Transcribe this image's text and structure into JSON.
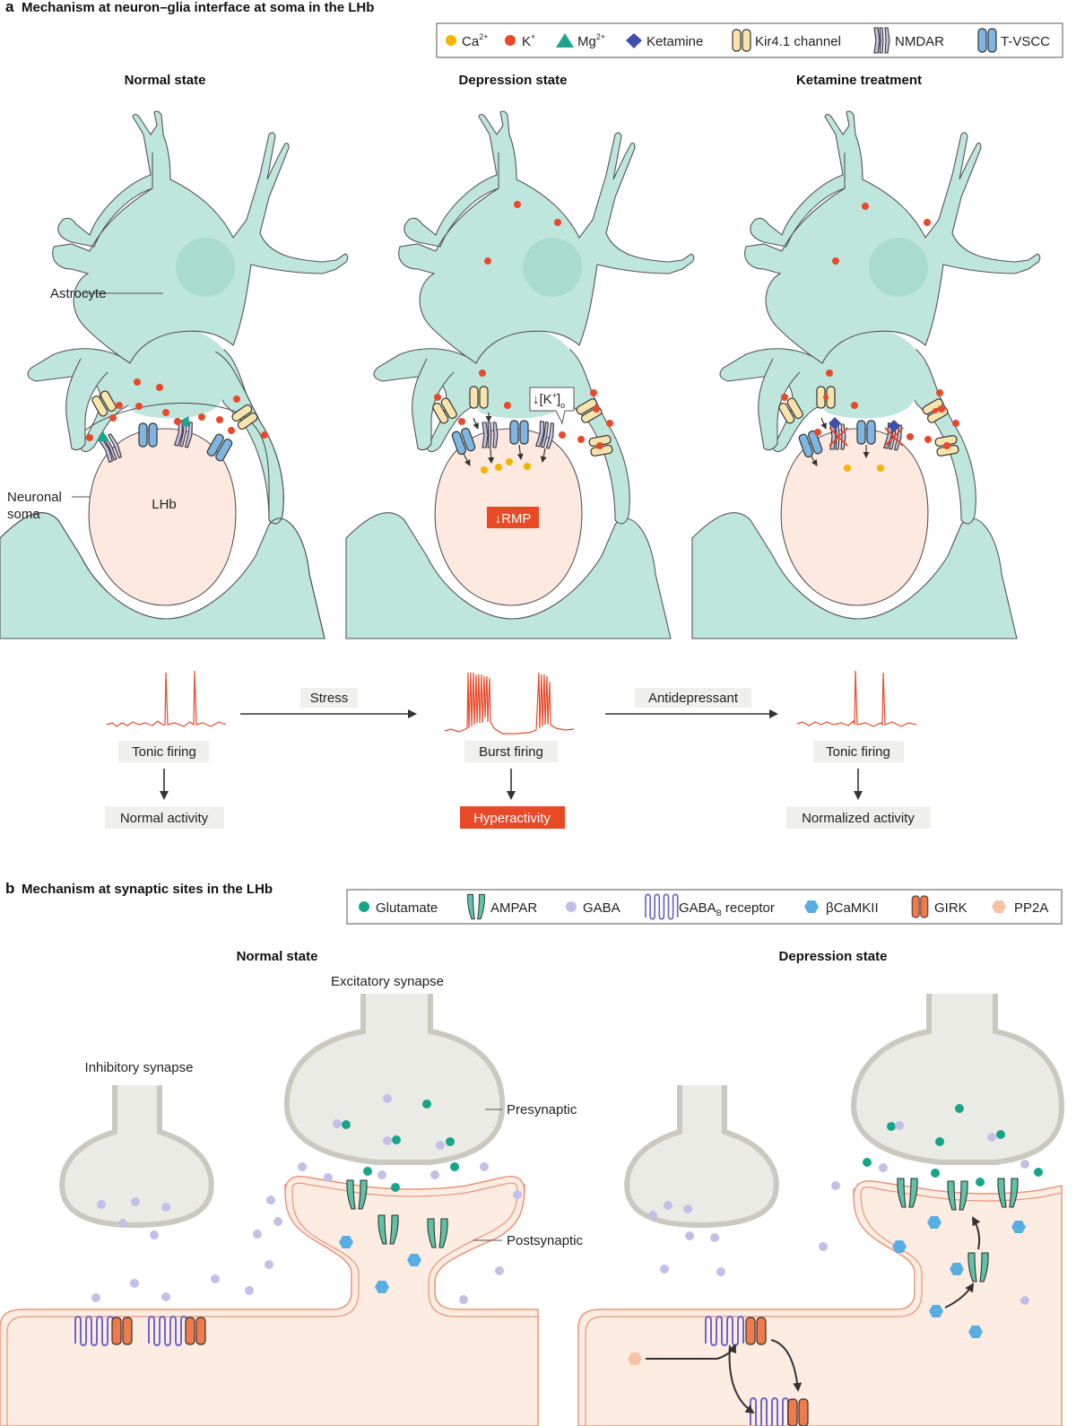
{
  "section_a": {
    "letter": "a",
    "title": "Mechanism at neuron–glia interface at soma in the LHb",
    "legend": {
      "ca": "Ca",
      "ca_sup": "2+",
      "k": "K",
      "k_sup": "+",
      "mg": "Mg",
      "mg_sup": "2+",
      "ketamine": "Ketamine",
      "kir": "Kir4.1 channel",
      "nmdar": "NMDAR",
      "tvscc": "T-VSCC"
    },
    "panels": {
      "normal": "Normal state",
      "depression": "Depression state",
      "ketamine": "Ketamine treatment"
    },
    "labels": {
      "astrocyte": "Astrocyte",
      "neuronal": "Neuronal",
      "soma": "soma",
      "lhb": "LHb",
      "k_callout_pre": "↓[K",
      "k_callout_sup": "+",
      "k_callout_post": "]",
      "k_callout_sub": "o",
      "rmp": "↓RMP"
    },
    "flow": {
      "stress": "Stress",
      "antidepressant": "Antidepressant",
      "tonic_1": "Tonic firing",
      "burst": "Burst firing",
      "tonic_2": "Tonic firing",
      "normal_activity": "Normal activity",
      "hyperactivity": "Hyperactivity",
      "normalized_activity": "Normalized activity"
    }
  },
  "section_b": {
    "letter": "b",
    "title": "Mechanism at synaptic sites in the LHb",
    "legend": {
      "glutamate": "Glutamate",
      "ampar": "AMPAR",
      "gaba": "GABA",
      "gabab_pre": "GABA",
      "gabab_sub": "B",
      "gabab_post": " receptor",
      "camkii": "βCaMKII",
      "girk": "GIRK",
      "pp2a": "PP2A"
    },
    "panels": {
      "normal": "Normal state",
      "depression": "Depression state"
    },
    "labels": {
      "excitatory": "Excitatory synapse",
      "inhibitory": "Inhibitory synapse",
      "presynaptic": "Presynaptic",
      "postsynaptic": "Postsynaptic"
    }
  },
  "colors": {
    "astrocyte": "#bfe6dd",
    "astrocyte_nucleus": "#a9dbcf",
    "soma": "#fde9df",
    "calcium": "#f4b400",
    "potassium": "#e8492a",
    "magnesium": "#1aa58c",
    "ketamine": "#3f4fa8",
    "kir": "#f9e3ad",
    "nmdar": "#c8c3e8",
    "tvscc": "#7eb6e0",
    "glutamate": "#17a589",
    "ampar": "#5ec2a7",
    "gaba": "#c2bfe8",
    "camkii": "#58aee3",
    "girk": "#ef7a4a",
    "pp2a": "#f8c2a4",
    "presyn": "#ebebe6",
    "postsyn": "#fdece2",
    "red_tag": "#e84a27"
  }
}
